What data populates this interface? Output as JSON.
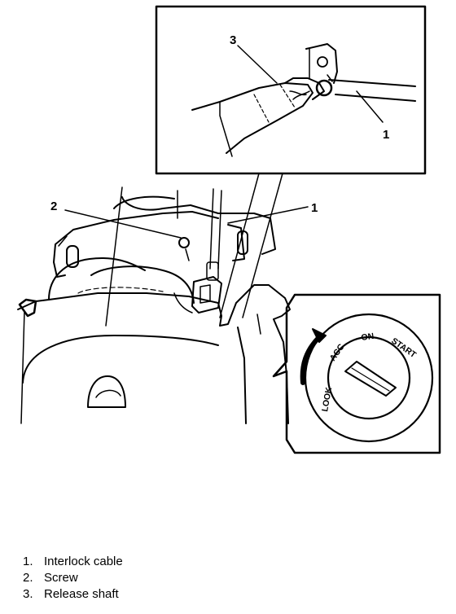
{
  "callouts": {
    "c1_top": "1",
    "c1_main": "1",
    "c2": "2",
    "c3": "3"
  },
  "key_positions": [
    "LOOK",
    "ACC",
    "ON",
    "START"
  ],
  "legend": [
    {
      "num": "1.",
      "text": "Interlock cable"
    },
    {
      "num": "2.",
      "text": "Screw"
    },
    {
      "num": "3.",
      "text": "Release shaft"
    }
  ]
}
